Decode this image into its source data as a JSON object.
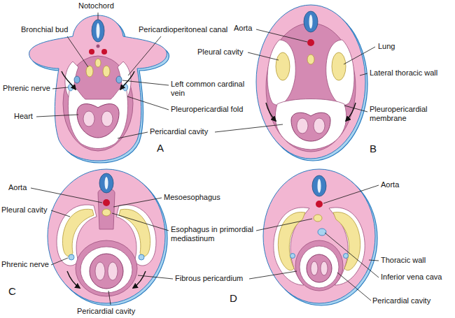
{
  "diagram": {
    "labels": [
      "Notochord",
      "Bronchial bud",
      "Pericardioperitoneal canal",
      "Phrenic nerve",
      "Left common cardinal vein",
      "Heart",
      "Pleuropericardial fold",
      "Pericardial cavity",
      "A",
      "Aorta",
      "Pleural cavity",
      "Lung",
      "Lateral thoracic wall",
      "Pleuropericardial membrane",
      "B",
      "Aorta",
      "Mesoesophagus",
      "Pleural cavity",
      "Esophagus in primordial mediastinum",
      "Phrenic nerve",
      "Fibrous pericardium",
      "Pericardial cavity",
      "C",
      "Aorta",
      "Thoracic wall",
      "Inferior vena cava",
      "Pericardial cavity",
      "D"
    ]
  }
}
